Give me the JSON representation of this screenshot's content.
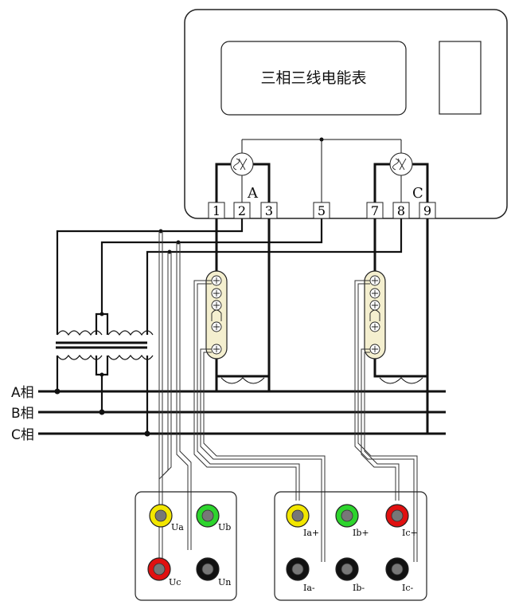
{
  "meter": {
    "title": "三相三线电能表",
    "element_a_label": "A",
    "element_c_label": "C",
    "terminals": [
      "1",
      "2",
      "3",
      "5",
      "7",
      "8",
      "9"
    ]
  },
  "phases": {
    "a": "A相",
    "b": "B相",
    "c": "C相"
  },
  "voltage_box": {
    "ua": "Ua",
    "ub": "Ub",
    "uc": "Uc",
    "un": "Un"
  },
  "current_box": {
    "ia_plus": "Ia+",
    "ib_plus": "Ib+",
    "ic_plus": "Ic+",
    "ia_minus": "Ia-",
    "ib_minus": "Ib-",
    "ic_minus": "Ic-"
  },
  "colors": {
    "yellow": "#f2e600",
    "green": "#2dd42d",
    "red": "#e01010",
    "black": "#111111"
  }
}
